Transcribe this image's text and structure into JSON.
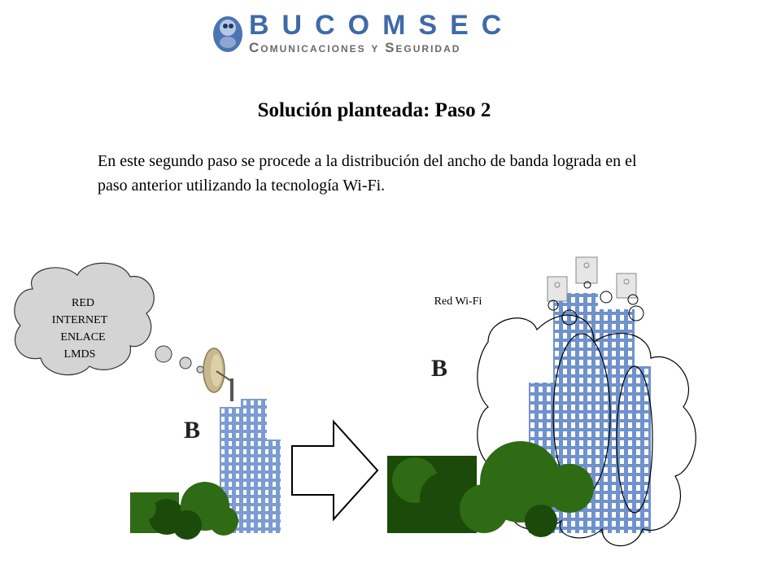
{
  "logo": {
    "brand": "BUCOMSEC",
    "tagline": "Comunicaciones y Seguridad",
    "colors": {
      "brand_blue": "#3e6aa8",
      "tagline_gray": "#6a6a6a"
    }
  },
  "slide": {
    "title": "Solución planteada: Paso 2",
    "body": "En este segundo paso se procede a la distribución del ancho de banda lograda en el paso anterior utilizando la tecnología Wi-Fi."
  },
  "diagram": {
    "cloud_lines": [
      "RED",
      "INTERNET",
      "ENLACE",
      "LMDS"
    ],
    "building_left_label": "B",
    "building_right_label": "B",
    "wifi_label": "Red Wi-Fi",
    "colors": {
      "building": "#7b9bd2",
      "window": "#ffffff",
      "tree": "#2f6a14",
      "tree_dark": "#1b4a0a",
      "cloud": "#d4d4d4"
    }
  }
}
